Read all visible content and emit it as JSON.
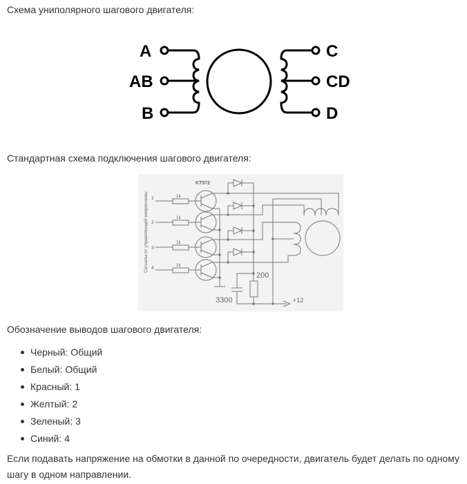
{
  "caption1": "Схема униполярного шагового двигателя:",
  "diagram1": {
    "labels": [
      "A",
      "AB",
      "B",
      "C",
      "CD",
      "D"
    ]
  },
  "caption2": "Стандартная схема подключения шагового двигателя:",
  "diagram2": {
    "transistor_label": "KT972",
    "side_label": "Сигналы от управляющей микросхемы",
    "inputs": [
      "1",
      "2",
      "3",
      "4"
    ],
    "resistor_label": "1k",
    "resistor2_label": "200",
    "capacitor_label": "3300",
    "supply_label": "+12"
  },
  "caption3": "Обозначение выводов шагового двигателя:",
  "wires": [
    "Черный: Общий",
    "Белый: Общий",
    "Красный: 1",
    "Желтый: 2",
    "Зеленый: 3",
    "Синий: 4"
  ],
  "paragraph": "Если подавать напряжение на обмотки в данной по очередности, двигатель будет делать по одному шагу в одном направлении."
}
